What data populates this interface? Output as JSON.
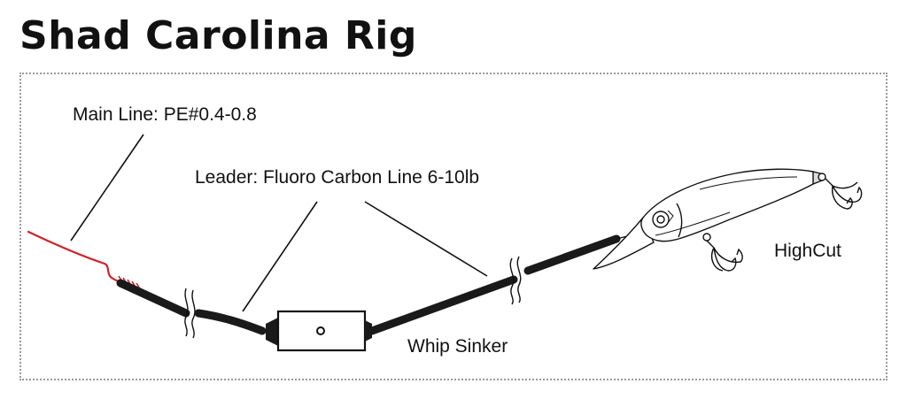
{
  "title": "Shad Carolina Rig",
  "labels": {
    "main_line": "Main Line: PE#0.4-0.8",
    "leader": "Leader: Fluoro Carbon Line 6-10lb",
    "sinker": "Whip Sinker",
    "lure": "HighCut"
  },
  "colors": {
    "main_line": "#d0222a",
    "leader": "#1a1a1a",
    "frame": "#9a9a9a"
  }
}
